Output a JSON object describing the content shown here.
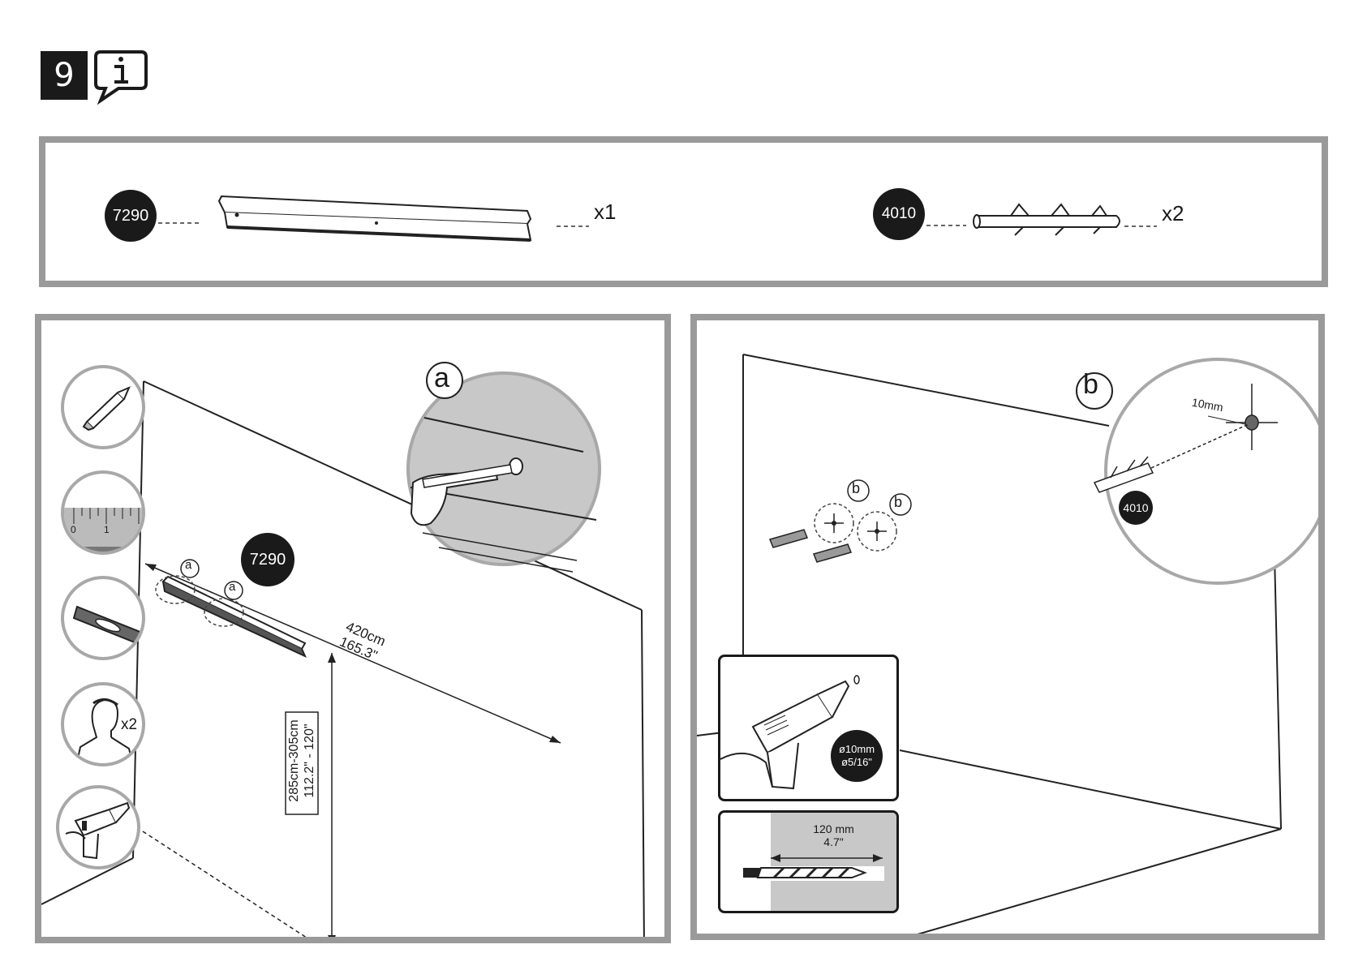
{
  "step": {
    "number": "9"
  },
  "parts": [
    {
      "id": "7290",
      "qty": "x1"
    },
    {
      "id": "4010",
      "qty": "x2"
    }
  ],
  "left_panel": {
    "detail_label": "a",
    "part_badge": "7290",
    "mark_labels": [
      "a",
      "a"
    ],
    "length_metric": "420cm",
    "length_imperial": "165.3\"",
    "height_metric": "285cm-305cm",
    "height_imperial": "112.2\" - 120\"",
    "persons_count": "x2",
    "ruler_ticks": [
      "0",
      "1"
    ],
    "tools": [
      "pencil-icon",
      "tape-measure-icon",
      "spirit-level-icon",
      "two-persons-icon",
      "drill-icon"
    ]
  },
  "right_panel": {
    "detail_label": "b",
    "detail_distance": "10mm",
    "detail_part_badge": "4010",
    "hole_labels": [
      "b",
      "b"
    ],
    "drill_metric": "ø10mm",
    "drill_imperial": "ø5/16\"",
    "depth_metric": "120 mm",
    "depth_imperial": "4.7\""
  }
}
